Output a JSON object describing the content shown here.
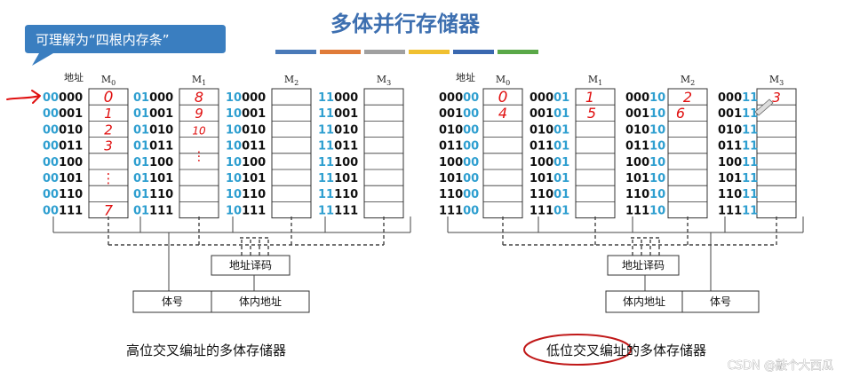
{
  "title": "多体并行存储器",
  "callout": "可理解为“四根内存条”",
  "color_bar": [
    "#4a7ab8",
    "#e07b39",
    "#a0a0a0",
    "#f0c030",
    "#3a68b0",
    "#5aa848"
  ],
  "accent_blue": "#2f9fd0",
  "handwriting_red": "#e01010",
  "left": {
    "addr_label": "地址",
    "modules": [
      {
        "label": "M",
        "sub": "0",
        "prefix": "00",
        "suffixes": [
          "000",
          "001",
          "010",
          "011",
          "100",
          "101",
          "110",
          "111"
        ]
      },
      {
        "label": "M",
        "sub": "1",
        "prefix": "01",
        "suffixes": [
          "000",
          "001",
          "010",
          "011",
          "100",
          "101",
          "110",
          "111"
        ]
      },
      {
        "label": "M",
        "sub": "2",
        "prefix": "10",
        "suffixes": [
          "000",
          "001",
          "010",
          "011",
          "100",
          "101",
          "110",
          "111"
        ]
      },
      {
        "label": "M",
        "sub": "3",
        "prefix": "11",
        "suffixes": [
          "000",
          "001",
          "010",
          "011",
          "100",
          "101",
          "110",
          "111"
        ]
      }
    ],
    "decoder": "地址译码",
    "reg_left": "体号",
    "reg_right": "体内地址",
    "caption": "高位交叉编址的多体存储器",
    "annotations": [
      "0",
      "1",
      "2",
      "3",
      "⋮",
      "7",
      "8",
      "9",
      "10",
      "⋮"
    ]
  },
  "right": {
    "addr_label": "地址",
    "modules": [
      {
        "label": "M",
        "sub": "0",
        "suffix": "00",
        "prefixes": [
          "000",
          "001",
          "010",
          "011",
          "100",
          "101",
          "110",
          "111"
        ]
      },
      {
        "label": "M",
        "sub": "1",
        "suffix": "01",
        "prefixes": [
          "000",
          "001",
          "010",
          "011",
          "100",
          "101",
          "110",
          "111"
        ]
      },
      {
        "label": "M",
        "sub": "2",
        "suffix": "10",
        "prefixes": [
          "000",
          "001",
          "010",
          "011",
          "100",
          "101",
          "110",
          "111"
        ]
      },
      {
        "label": "M",
        "sub": "3",
        "suffix": "11",
        "prefixes": [
          "000",
          "001",
          "010",
          "011",
          "100",
          "101",
          "110",
          "111"
        ]
      }
    ],
    "decoder": "地址译码",
    "reg_left": "体内地址",
    "reg_right": "体号",
    "caption": "低位交叉编址的多体存储器",
    "annotations": [
      "0",
      "4",
      "1",
      "5",
      "2",
      "6",
      "3"
    ]
  },
  "watermark": "CSDN @敲个大西瓜"
}
